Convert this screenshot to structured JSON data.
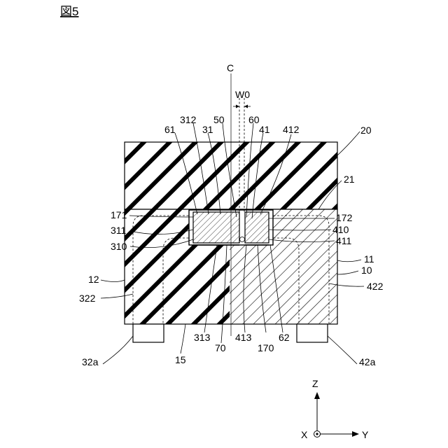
{
  "figure": {
    "title": "図5"
  },
  "labels": {
    "C": "C",
    "W0": "W0",
    "l_20": "20",
    "l_21": "21",
    "l_61": "61",
    "l_312": "312",
    "l_31": "31",
    "l_50": "50",
    "l_60": "60",
    "l_41": "41",
    "l_412": "412",
    "l_171": "171",
    "l_311": "311",
    "l_310": "310",
    "l_172": "172",
    "l_410": "410",
    "l_411": "411",
    "l_11": "11",
    "l_10": "10",
    "l_12": "12",
    "l_322": "322",
    "l_422": "422",
    "l_313": "313",
    "l_70": "70",
    "l_413": "413",
    "l_170": "170",
    "l_62": "62",
    "l_15": "15",
    "l_32a": "32a",
    "l_42a": "42a"
  },
  "axes": {
    "z": "Z",
    "x": "X",
    "y": "Y"
  }
}
